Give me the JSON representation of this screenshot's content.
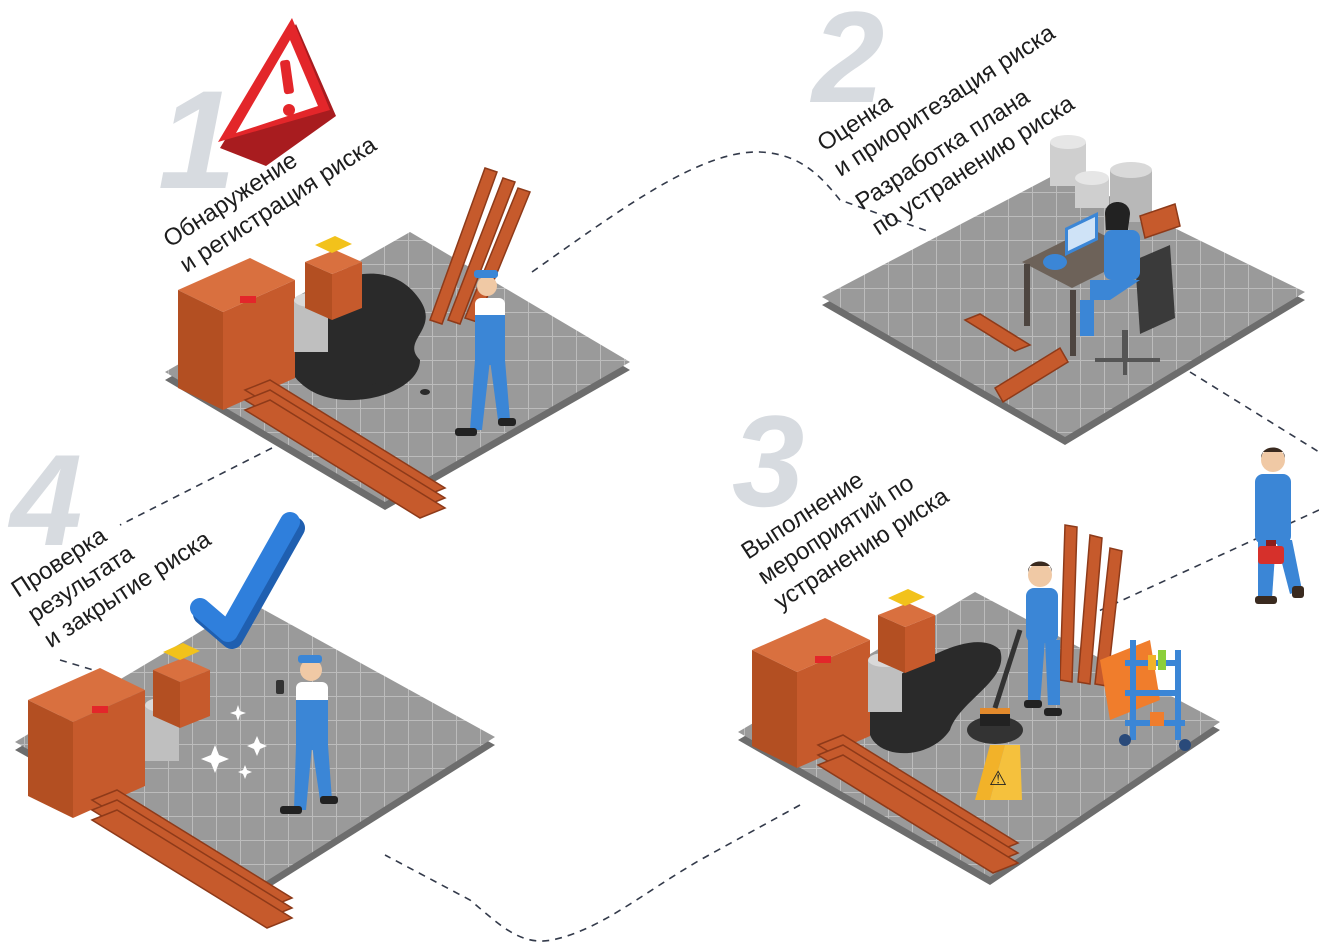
{
  "steps": [
    {
      "number": "1",
      "lines": [
        "Обнаружение",
        "и регистрация риска"
      ]
    },
    {
      "number": "2",
      "lines": [
        "Оценка",
        "и приоритезация риска",
        "Разработка плана",
        "по устранению риска"
      ]
    },
    {
      "number": "3",
      "lines": [
        "Выполнение",
        "мероприятий по",
        "устранению риска"
      ]
    },
    {
      "number": "4",
      "lines": [
        "Проверка",
        "результата",
        "и закрытие риска"
      ]
    }
  ],
  "colors": {
    "floor": "#9a9a9a",
    "floor_line": "#bdbdbd",
    "floor_side": "#6d6d6d",
    "wood": "#c65a2c",
    "wood_dark": "#8e3a19",
    "worker": "#3b86d6",
    "warning": "#e3262a",
    "check": "#2f7fdc",
    "stepnum": "#d7dbe0",
    "path": "#333a4a"
  },
  "icons": [
    "warning-triangle-icon",
    "checkmark-icon",
    "wet-floor-sign-icon",
    "laptop-icon",
    "toolbox-icon"
  ]
}
